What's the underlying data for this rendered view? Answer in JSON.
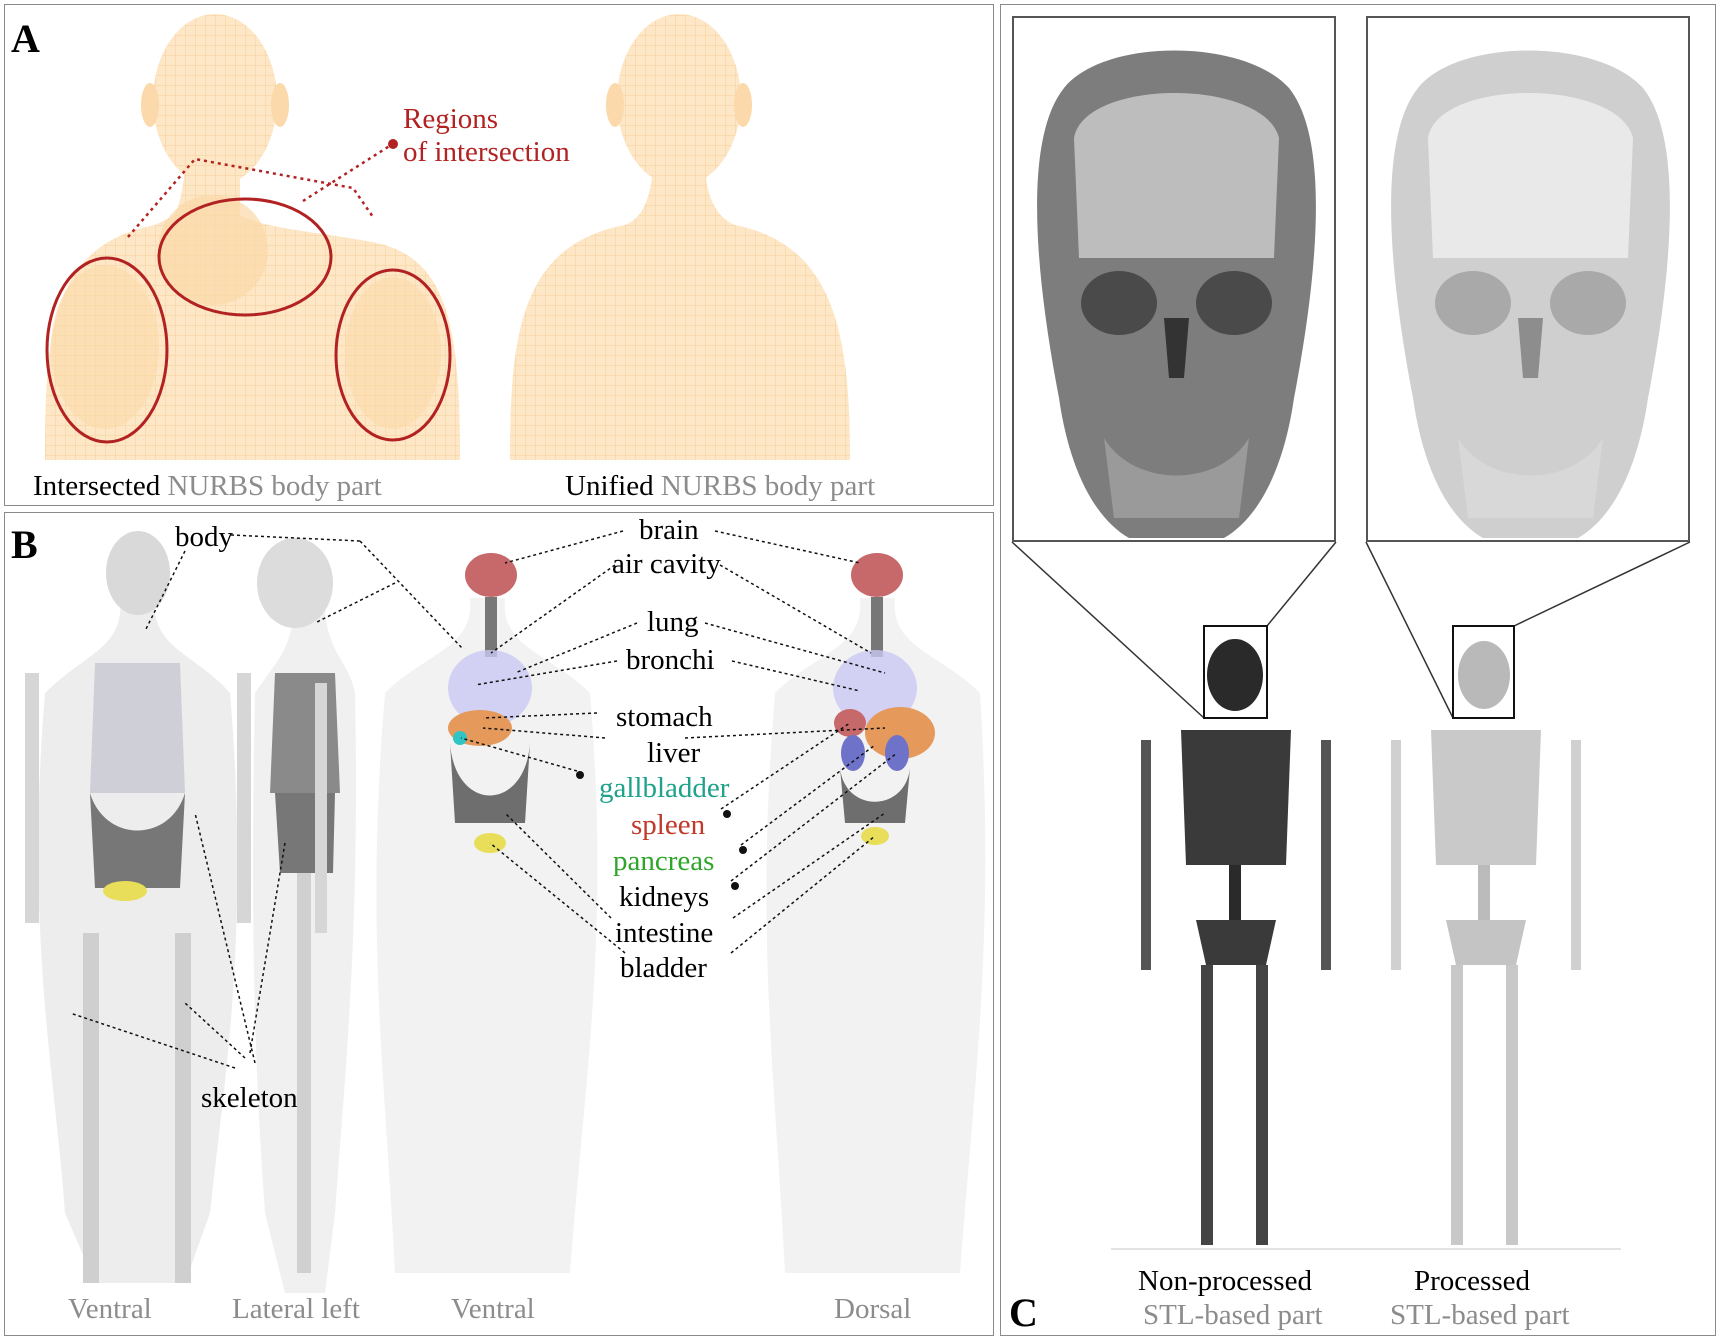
{
  "panel_a": {
    "label": "A",
    "callout": "Regions\nof intersection",
    "caption_left_bold": "Intersected",
    "caption_left_grey": "NURBS body part",
    "caption_right_bold": "Unified",
    "caption_right_grey": "NURBS body part"
  },
  "panel_b": {
    "label": "B",
    "labels": {
      "body": "body",
      "skeleton": "skeleton",
      "brain": "brain",
      "air_cavity": "air cavity",
      "lung": "lung",
      "bronchi": "bronchi",
      "stomach": "stomach",
      "liver": "liver",
      "gallbladder": "gallbladder",
      "spleen": "spleen",
      "pancreas": "pancreas",
      "kidneys": "kidneys",
      "intestine": "intestine",
      "bladder": "bladder"
    },
    "views": [
      "Ventral",
      "Lateral left",
      "Ventral",
      "Dorsal"
    ]
  },
  "panel_c": {
    "label": "C",
    "left_title": "Non-processed",
    "left_sub": "STL-based part",
    "right_title": "Processed",
    "right_sub": "STL-based part"
  },
  "colors": {
    "callout_red": "#b22222",
    "gallbladder": "#1fa28a",
    "spleen": "#c0392b",
    "pancreas": "#2fa52a",
    "skin": "#fde3bf",
    "brain": "#c7686a",
    "lung": "#c9c8f3",
    "liver": "#e59a5c",
    "kidneys": "#6f72c9",
    "bladder": "#e8de5a"
  }
}
